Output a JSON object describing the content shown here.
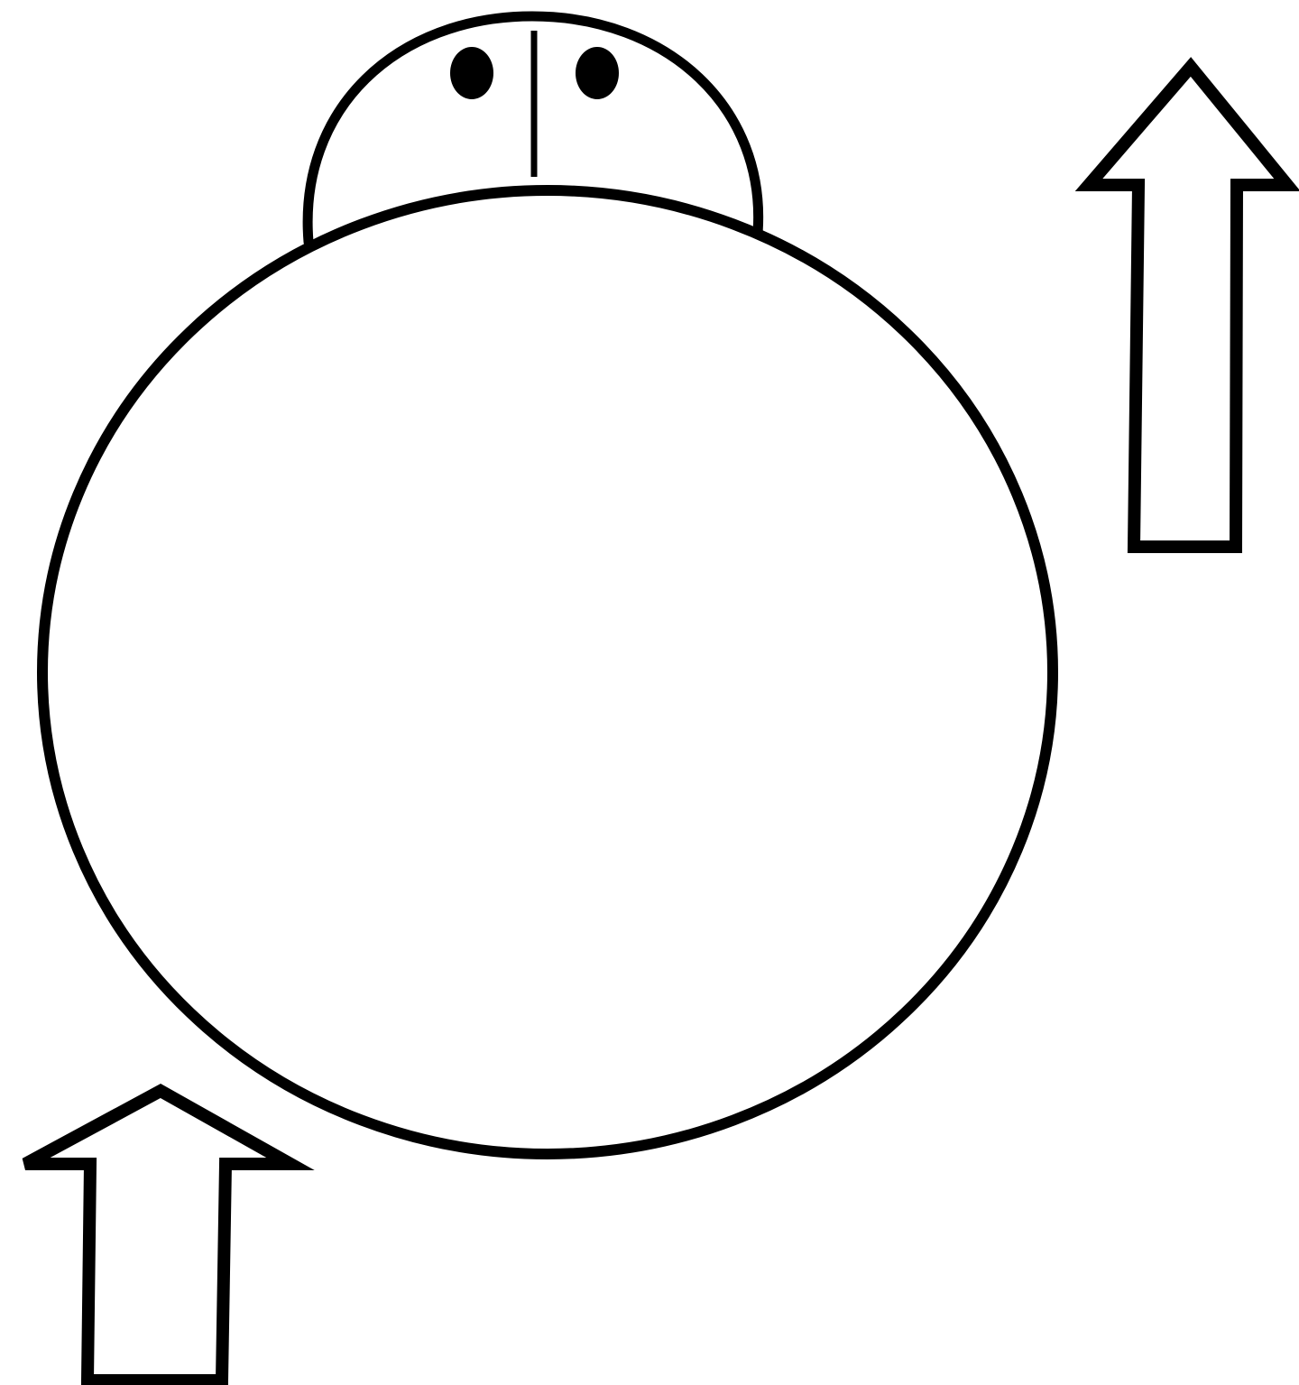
{
  "diagram": {
    "colors": {
      "stroke": "#000000",
      "fill": "#ffffff",
      "background": "#ffffff"
    },
    "shapes": {
      "head": "semicircle-head",
      "eyes": [
        "left-eye",
        "right-eye"
      ],
      "center_line": "head-center-line",
      "body": "large-circle-body",
      "arrows": [
        "up-arrow-right",
        "up-arrow-bottom-left"
      ]
    },
    "arrow_direction": "up"
  }
}
